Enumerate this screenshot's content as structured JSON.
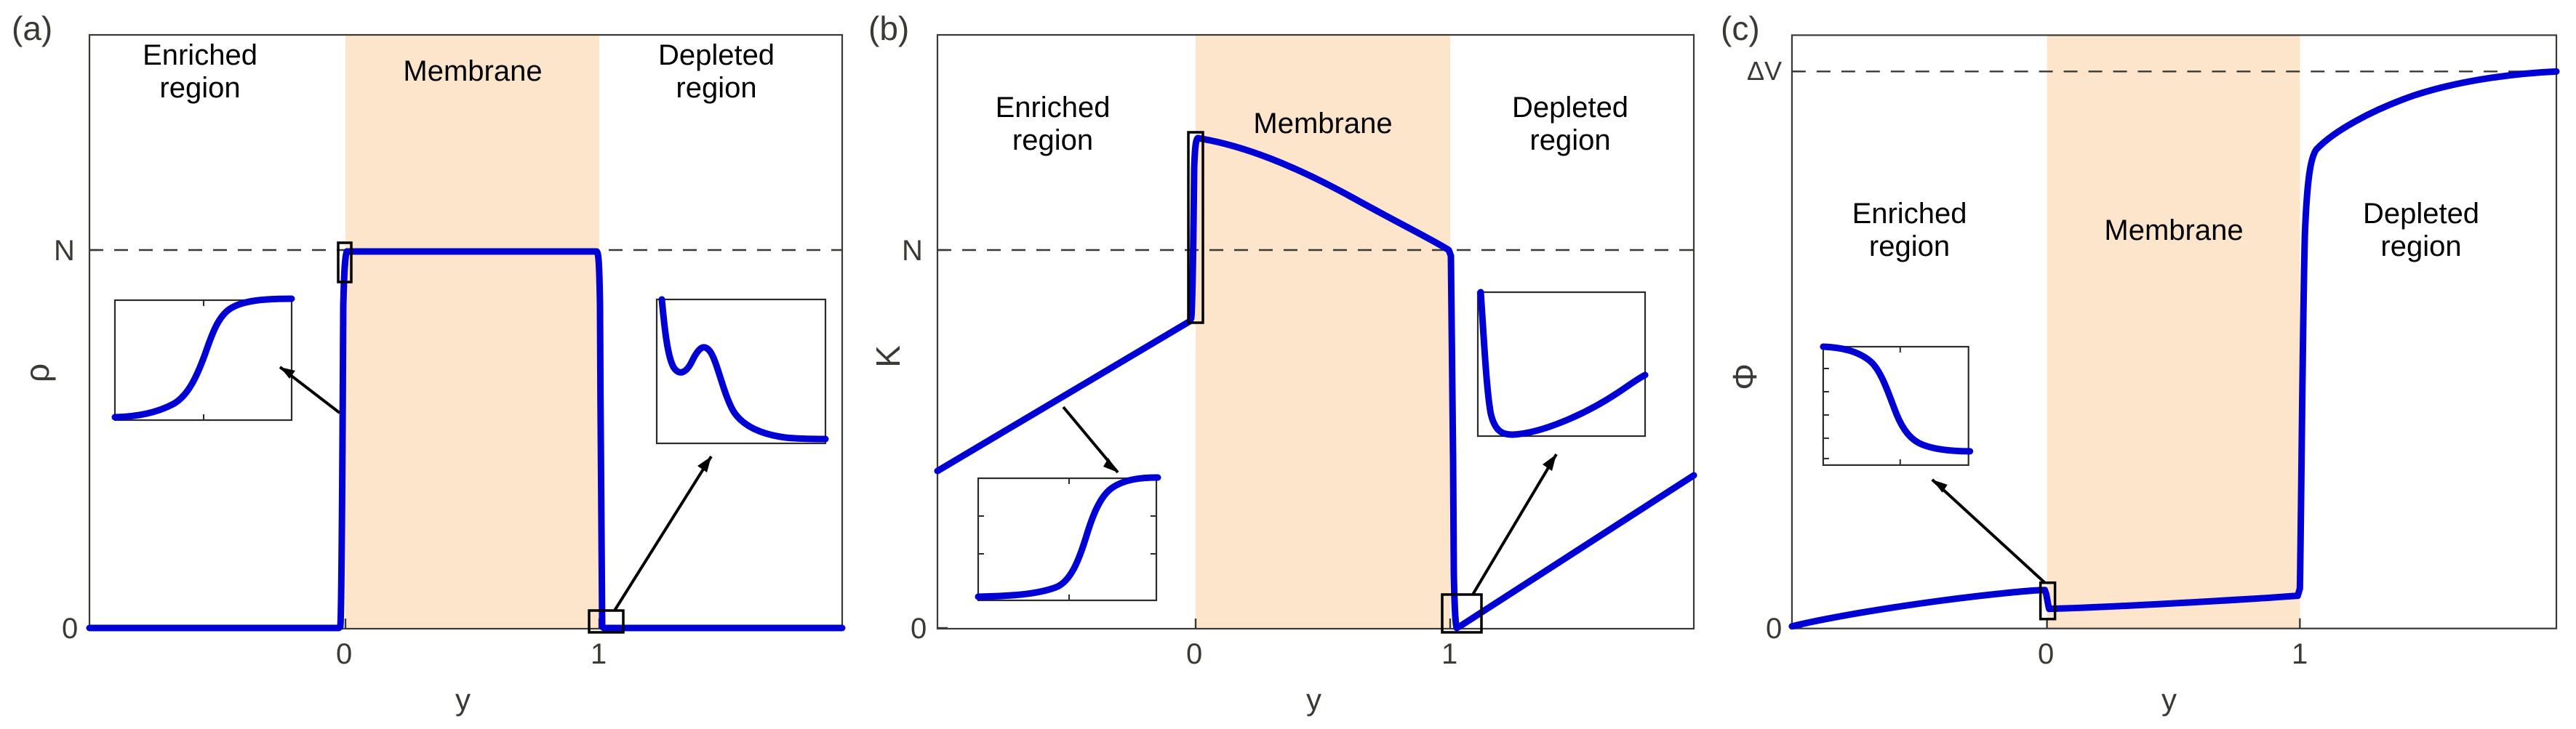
{
  "figure": {
    "background": "#ffffff",
    "curve_color": "#0000d4",
    "membrane_fill": "#fde5cc",
    "axis_color": "#3a3a35",
    "dash_color": "#3a3a35",
    "inset_border": "#2b2b2b",
    "arrow_color": "#000000"
  },
  "panels": [
    {
      "tag": "(a)",
      "ylabel": "ρ",
      "xlabel": "y",
      "yticks": [
        "N",
        "0"
      ],
      "xticks": [
        "0",
        "1"
      ],
      "regions": {
        "left_line1": "Enriched",
        "left_line2": "region",
        "middle": "Membrane",
        "right_line1": "Depleted",
        "right_line2": "region"
      },
      "chart_data": {
        "type": "line",
        "title": "",
        "xlabel": "y",
        "ylabel": "ρ",
        "xlim": [
          -1.32,
          1.68
        ],
        "ylim": [
          0,
          1.32
        ],
        "xtick_values": [
          0,
          1
        ],
        "xtick_labels": [
          "0",
          "1"
        ],
        "ytick_values": [
          0,
          1
        ],
        "ytick_labels": [
          "0",
          "N"
        ],
        "grid": false,
        "legend": "none",
        "annotations": [
          {
            "text": "Enriched region",
            "x": -0.75,
            "y": 1.2
          },
          {
            "text": "Membrane",
            "x": 0.5,
            "y": 1.17
          },
          {
            "text": "Depleted region",
            "x": 1.08,
            "y": 1.2
          },
          {
            "text": "N",
            "kind": "dashed-hline",
            "y": 1.0
          }
        ],
        "shaded_band": {
          "label": "Membrane",
          "x0": 0,
          "x1": 1,
          "color": "#fde5cc"
        },
        "series": [
          {
            "name": "rho",
            "description": "zero outside membrane, rises steeply through a boundary layer at y=0 to the plateau value N inside the membrane, drops back to 0 at y=1",
            "x": [
              -1.32,
              -0.05,
              -0.01,
              0.0,
              0.004,
              0.01,
              0.5,
              0.99,
              1.0,
              1.004,
              1.02,
              1.1,
              1.68
            ],
            "y": [
              0.0,
              0.0,
              0.0,
              0.02,
              0.55,
              1.0,
              1.0,
              1.0,
              1.0,
              0.4,
              0.04,
              0.0,
              0.0
            ]
          }
        ],
        "insets": [
          {
            "name": "left-boundary-layer-inset",
            "magnifies_point": {
              "x": 0.0,
              "y": 0.5
            },
            "shape": "increasing sigmoid from low plateau to high plateau",
            "x": [
              0,
              0.12,
              0.25,
              0.37,
              0.46,
              0.52,
              0.58,
              0.65,
              0.75,
              0.88,
              1.0
            ],
            "y": [
              0.03,
              0.05,
              0.1,
              0.22,
              0.38,
              0.5,
              0.64,
              0.79,
              0.92,
              0.98,
              1.0
            ]
          },
          {
            "name": "right-boundary-layer-inset",
            "magnifies_point": {
              "x": 1.03,
              "y": 0.02
            },
            "shape": "steep drop, local minimum, small bump, then decay to flat tail",
            "x": [
              0.01,
              0.03,
              0.06,
              0.1,
              0.15,
              0.2,
              0.26,
              0.33,
              0.42,
              0.55,
              0.7,
              0.85,
              1.0
            ],
            "y": [
              1.0,
              0.72,
              0.45,
              0.34,
              0.33,
              0.38,
              0.41,
              0.34,
              0.2,
              0.1,
              0.05,
              0.03,
              0.03
            ]
          }
        ]
      }
    },
    {
      "tag": "(b)",
      "ylabel": "K",
      "xlabel": "y",
      "yticks": [
        "N",
        "0"
      ],
      "xticks": [
        "0",
        "1"
      ],
      "regions": {
        "left_line1": "Enriched",
        "left_line2": "region",
        "middle": "Membrane",
        "right_line1": "Depleted",
        "right_line2": "region"
      },
      "chart_data": {
        "type": "line",
        "title": "",
        "xlabel": "y",
        "ylabel": "K",
        "xlim": [
          -1.32,
          1.68
        ],
        "ylim": [
          0,
          1.32
        ],
        "xtick_values": [
          0,
          1
        ],
        "xtick_labels": [
          "0",
          "1"
        ],
        "ytick_values": [
          0,
          0.74
        ],
        "ytick_labels": [
          "0",
          "N"
        ],
        "grid": false,
        "legend": "none",
        "annotations": [
          {
            "text": "Enriched region",
            "x": -0.75,
            "y": 1.22
          },
          {
            "text": "Membrane",
            "x": 0.5,
            "y": 1.19
          },
          {
            "text": "Depleted region",
            "x": 1.12,
            "y": 1.22
          },
          {
            "text": "N",
            "kind": "dashed-hline",
            "y": 0.74
          }
        ],
        "shaded_band": {
          "label": "Membrane",
          "x0": 0,
          "x1": 1,
          "color": "#fde5cc"
        },
        "series": [
          {
            "name": "K",
            "description": "linear ramp rising through enriched region, jumps up at y=0 to a value above N, decays convexly across the membrane to N at y=1, drops abruptly to ~0 at y=1, then rises linearly in the depleted region",
            "x": [
              -1.32,
              -0.9,
              -0.5,
              -0.2,
              -0.02,
              0.0,
              0.005,
              0.02,
              0.2,
              0.4,
              0.6,
              0.8,
              0.95,
              1.0,
              1.004,
              1.01,
              1.05,
              1.2,
              1.45,
              1.68
            ],
            "y": [
              0.33,
              0.42,
              0.5,
              0.54,
              0.56,
              0.58,
              0.86,
              1.04,
              1.02,
              0.97,
              0.91,
              0.83,
              0.77,
              0.74,
              0.3,
              0.02,
              0.0,
              0.12,
              0.26,
              0.36
            ]
          }
        ],
        "insets": [
          {
            "name": "left-boundary-layer-inset",
            "magnifies_point": {
              "x": 0.0,
              "y": 0.58
            },
            "shape": "increasing sigmoid from low plateau to high plateau",
            "x": [
              0,
              0.1,
              0.2,
              0.3,
              0.4,
              0.48,
              0.55,
              0.62,
              0.72,
              0.85,
              1.0
            ],
            "y": [
              0.03,
              0.04,
              0.06,
              0.1,
              0.2,
              0.38,
              0.58,
              0.76,
              0.9,
              0.97,
              1.0
            ]
          },
          {
            "name": "right-boundary-layer-inset",
            "magnifies_point": {
              "x": 1.02,
              "y": 0.03
            },
            "shape": "steep drop to a flat minimum then slow linear rise",
            "x": [
              0.01,
              0.02,
              0.04,
              0.06,
              0.1,
              0.2,
              0.35,
              0.5,
              0.65,
              0.8,
              0.95,
              1.0
            ],
            "y": [
              1.0,
              0.63,
              0.3,
              0.13,
              0.05,
              0.04,
              0.08,
              0.14,
              0.2,
              0.27,
              0.33,
              0.35
            ]
          }
        ]
      }
    },
    {
      "tag": "(c)",
      "ylabel": "Φ",
      "xlabel": "y",
      "yticks": [
        "ΔV",
        "0"
      ],
      "xticks": [
        "0",
        "1"
      ],
      "regions": {
        "left_line1": "Enriched",
        "left_line2": "region",
        "middle": "Membrane",
        "right_line1": "Depleted",
        "right_line2": "region"
      },
      "chart_data": {
        "type": "line",
        "title": "",
        "xlabel": "y",
        "ylabel": "Φ",
        "xlim": [
          -1.32,
          1.68
        ],
        "ylim": [
          0,
          1.08
        ],
        "xtick_values": [
          0,
          1
        ],
        "xtick_labels": [
          "0",
          "1"
        ],
        "ytick_values": [
          0,
          1.0
        ],
        "ytick_labels": [
          "0",
          "ΔV"
        ],
        "grid": false,
        "legend": "none",
        "annotations": [
          {
            "text": "Enriched region",
            "x": -0.72,
            "y": 0.74
          },
          {
            "text": "Membrane",
            "x": 0.5,
            "y": 0.7
          },
          {
            "text": "Depleted region",
            "x": 1.12,
            "y": 0.74
          },
          {
            "text": "ΔV",
            "kind": "dashed-hline",
            "y": 1.0
          }
        ],
        "shaded_band": {
          "label": "Membrane",
          "x0": 0,
          "x1": 1,
          "color": "#fde5cc"
        },
        "series": [
          {
            "name": "Phi",
            "description": "near zero and slowly rising in the enriched region, small drop across the boundary layer at y=0, very slow rise across the membrane, then a near vertical jump at y=1 followed by a concave approach to the asymptote dV",
            "x": [
              -1.32,
              -1.0,
              -0.7,
              -0.4,
              -0.15,
              -0.02,
              0.0,
              0.006,
              0.02,
              0.3,
              0.6,
              0.9,
              0.99,
              1.0,
              1.004,
              1.01,
              1.02,
              1.05,
              1.1,
              1.2,
              1.35,
              1.5,
              1.68
            ],
            "y": [
              0.0,
              0.012,
              0.024,
              0.036,
              0.046,
              0.052,
              0.052,
              0.028,
              0.021,
              0.026,
              0.032,
              0.038,
              0.04,
              0.04,
              0.5,
              0.76,
              0.82,
              0.88,
              0.915,
              0.945,
              0.968,
              0.982,
              0.996
            ]
          }
        ],
        "insets": [
          {
            "name": "left-boundary-layer-inset",
            "magnifies_point": {
              "x": 0.0,
              "y": 0.046
            },
            "shape": "decreasing sigmoid from high plateau to low plateau",
            "x": [
              0,
              0.1,
              0.2,
              0.3,
              0.4,
              0.48,
              0.56,
              0.64,
              0.74,
              0.86,
              1.0
            ],
            "y": [
              0.97,
              0.95,
              0.9,
              0.8,
              0.64,
              0.5,
              0.34,
              0.2,
              0.1,
              0.05,
              0.04
            ]
          }
        ]
      }
    }
  ]
}
